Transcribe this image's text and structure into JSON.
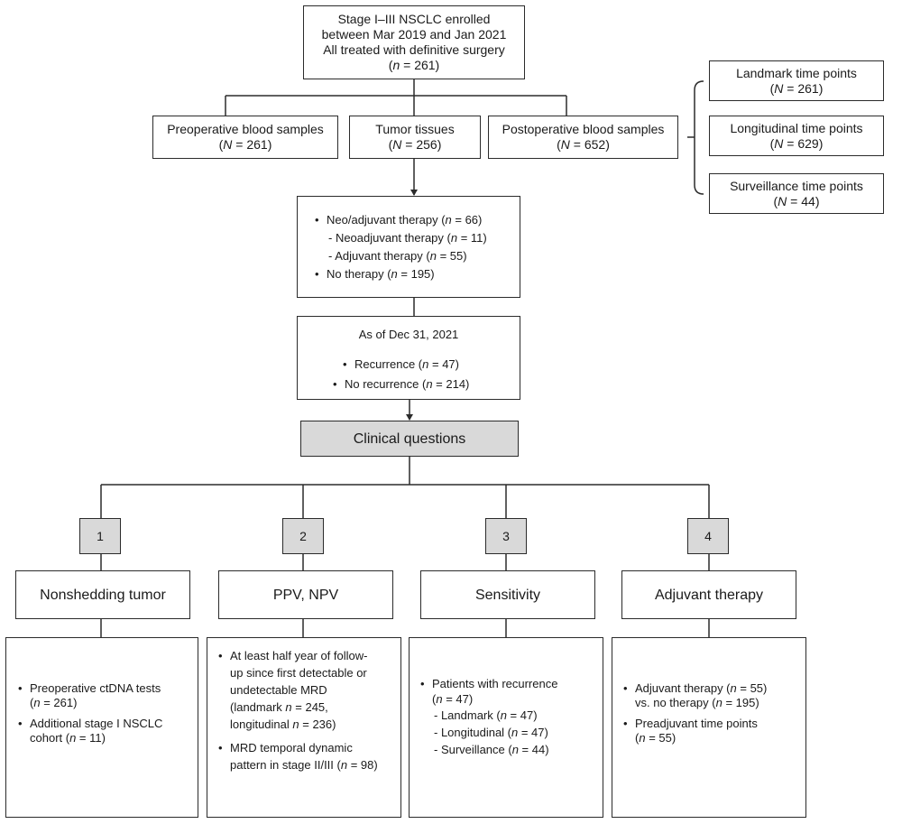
{
  "enrollment": {
    "lines": [
      "Stage I–III NSCLC enrolled",
      "between Mar 2019 and Jan 2021",
      "All treated with definitive surgery"
    ],
    "n_label": "n",
    "n_value": " = 261)"
  },
  "samples": [
    {
      "label": "Preoperative blood samples",
      "n_label": "N",
      "n_value": " = 261)"
    },
    {
      "label": "Tumor tissues",
      "n_label": "N",
      "n_value": " = 256)"
    },
    {
      "label": "Postoperative blood samples",
      "n_label": "N",
      "n_value": " = 652)"
    }
  ],
  "timepoints": [
    {
      "label": "Landmark time points",
      "n_label": "N",
      "n_value": " = 261)"
    },
    {
      "label": "Longitudinal time points",
      "n_label": "N",
      "n_value": " = 629)"
    },
    {
      "label": "Surveillance time points",
      "n_label": "N",
      "n_value": " = 44)"
    }
  ],
  "therapy": {
    "items": [
      {
        "text": "Neo/adjuvant therapy (",
        "n": "n",
        "val": " = 66)"
      },
      {
        "text": "- Neoadjuvant therapy (",
        "n": "n",
        "val": " = 11)"
      },
      {
        "text": "- Adjuvant therapy (",
        "n": "n",
        "val": " = 55)"
      },
      {
        "text": "No therapy (",
        "n": "n",
        "val": " = 195)"
      }
    ]
  },
  "recurrence": {
    "date": "As of Dec 31, 2021",
    "items": [
      {
        "text": "Recurrence (",
        "n": "n",
        "val": " = 47)"
      },
      {
        "text": "No recurrence (",
        "n": "n",
        "val": " = 214)"
      }
    ]
  },
  "clinical_questions": "Clinical questions",
  "questions": [
    {
      "number": "1",
      "title": "Nonshedding tumor",
      "details": [
        {
          "text": "Preoperative ctDNA tests",
          "n": "n",
          "val": " = 261)"
        },
        {
          "text": "Additional stage I NSCLC",
          "line2": "cohort (",
          "n": "n",
          "val": " = 11)"
        }
      ]
    },
    {
      "number": "2",
      "title": "PPV, NPV",
      "details": [
        {
          "line1": "At least half year of follow-",
          "line2": "up since first detectable or",
          "line3": "undetectable MRD",
          "line4a": "(landmark ",
          "n1": "n",
          "line4b": " = 245,",
          "line5a": "longitudinal ",
          "n2": "n",
          "line5b": " = 236)"
        },
        {
          "line1": "MRD temporal dynamic",
          "line2a": "pattern in stage II/III (",
          "n": "n",
          "line2b": " = 98)"
        }
      ]
    },
    {
      "number": "3",
      "title": "Sensitivity",
      "details": [
        {
          "text": "Patients with recurrence",
          "n": "n",
          "val": " = 47)"
        },
        {
          "text": "- Landmark (",
          "n": "n",
          "val": " = 47)"
        },
        {
          "text": "- Longitudinal (",
          "n": "n",
          "val": " = 47)"
        },
        {
          "text": "- Surveillance (",
          "n": "n",
          "val": " = 44)"
        }
      ]
    },
    {
      "number": "4",
      "title": "Adjuvant therapy",
      "details": [
        {
          "text": "Adjuvant therapy (",
          "n": "n",
          "val": " = 55)",
          "line2a": "vs. no therapy (",
          "n2": "n",
          "line2b": " = 195)"
        },
        {
          "text": "Preadjuvant time points",
          "n": "n",
          "val": " = 55)"
        }
      ]
    }
  ]
}
